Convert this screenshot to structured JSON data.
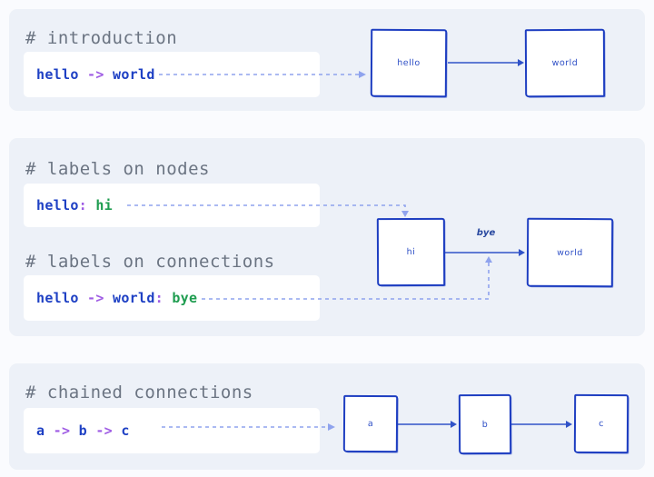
{
  "colors": {
    "page_bg": "#fafbfe",
    "card_bg": "#edf1f8",
    "codebox_bg": "#ffffff",
    "heading": "#6b7482",
    "ident": "#1e40c4",
    "op": "#9f5ce4",
    "string": "#1f9d50",
    "dash": "#8fa3ee",
    "node_border": "#1e3ec1",
    "node_text": "#2e4fc6",
    "arrow": "#3052c8"
  },
  "cards": [
    {
      "blocks": [
        {
          "heading": "# introduction",
          "code": [
            {
              "text": "hello ",
              "cls": "tok ident"
            },
            {
              "text": "-> ",
              "cls": "tok op"
            },
            {
              "text": "world",
              "cls": "tok ident"
            }
          ]
        }
      ],
      "diagram": {
        "nodes": [
          "hello",
          "world"
        ],
        "edges": [
          {
            "from": "hello",
            "to": "world",
            "label": ""
          }
        ]
      }
    },
    {
      "blocks": [
        {
          "heading": "# labels on nodes",
          "code": [
            {
              "text": "hello",
              "cls": "tok ident"
            },
            {
              "text": ": ",
              "cls": "tok op"
            },
            {
              "text": "hi",
              "cls": "tok string"
            }
          ]
        },
        {
          "heading": "# labels on connections",
          "code": [
            {
              "text": "hello ",
              "cls": "tok ident"
            },
            {
              "text": "-> ",
              "cls": "tok op"
            },
            {
              "text": "world",
              "cls": "tok ident"
            },
            {
              "text": ": ",
              "cls": "tok op"
            },
            {
              "text": "bye",
              "cls": "tok string"
            }
          ]
        }
      ],
      "diagram": {
        "nodes": [
          "hi",
          "world"
        ],
        "edges": [
          {
            "from": "hi",
            "to": "world",
            "label": "bye"
          }
        ]
      }
    },
    {
      "blocks": [
        {
          "heading": "# chained connections",
          "code": [
            {
              "text": "a ",
              "cls": "tok ident"
            },
            {
              "text": "-> ",
              "cls": "tok op"
            },
            {
              "text": "b ",
              "cls": "tok ident"
            },
            {
              "text": "-> ",
              "cls": "tok op"
            },
            {
              "text": "c",
              "cls": "tok ident"
            }
          ]
        }
      ],
      "diagram": {
        "nodes": [
          "a",
          "b",
          "c"
        ],
        "edges": [
          {
            "from": "a",
            "to": "b",
            "label": ""
          },
          {
            "from": "b",
            "to": "c",
            "label": ""
          }
        ]
      }
    }
  ]
}
